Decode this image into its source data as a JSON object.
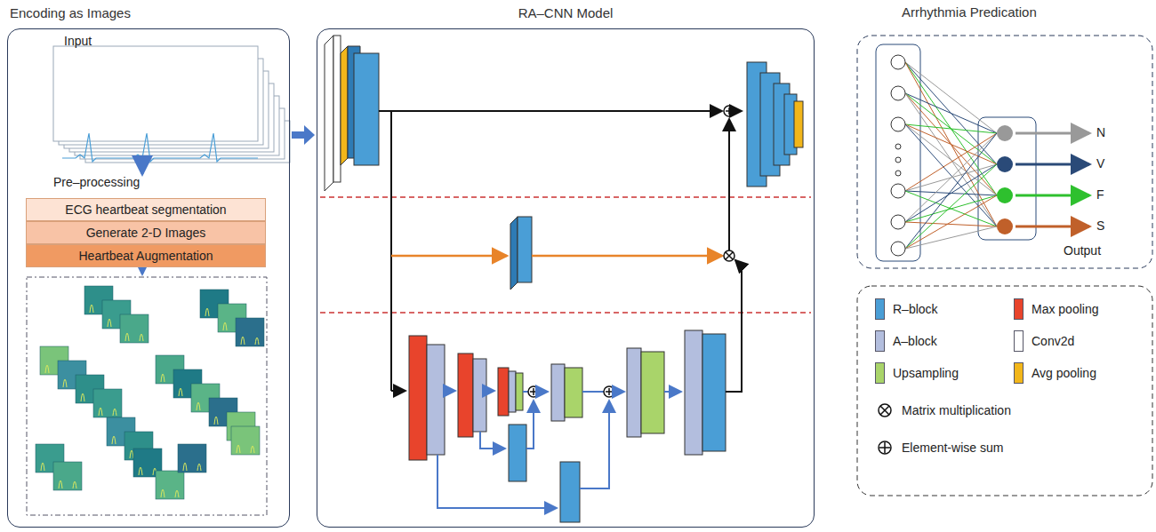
{
  "diagram": {
    "nodes": [
      {
        "text": [
          "Encoding as Images"
        ]
      },
      {
        "text": [
          "ECG heartbeat segmentation"
        ],
        "in": 0
      },
      {
        "text": [
          "Generate 2-D Images"
        ],
        "in": 0
      },
      {
        "text": [
          "Heartbeat Augmentation"
        ],
        "in": 0
      },
      {
        "text": [
          "RA–CNN Model"
        ]
      },
      {
        "text": [
          "Arrhythmia Predication"
        ]
      }
    ],
    "edges": [
      {
        "from": 0,
        "to": 4,
        "arrow": "to"
      }
    ],
    "labels": [
      "Input",
      "Pre–processing",
      "N",
      "V",
      "F",
      "S",
      "Output"
    ],
    "legend": [
      {
        "text": "R–block",
        "color": "#4a9ed6"
      },
      {
        "text": "Max pooling",
        "color": "#e8442c"
      },
      {
        "text": "A–block",
        "color": "#b3bede"
      },
      {
        "text": "Conv2d",
        "color": "#ffffff"
      },
      {
        "text": "Upsampling",
        "color": "#a9d46a"
      },
      {
        "text": "Avg pooling",
        "color": "#f2b61a"
      },
      {
        "text": "Matrix multiplication"
      },
      {
        "text": "Element-wise sum"
      }
    ]
  }
}
